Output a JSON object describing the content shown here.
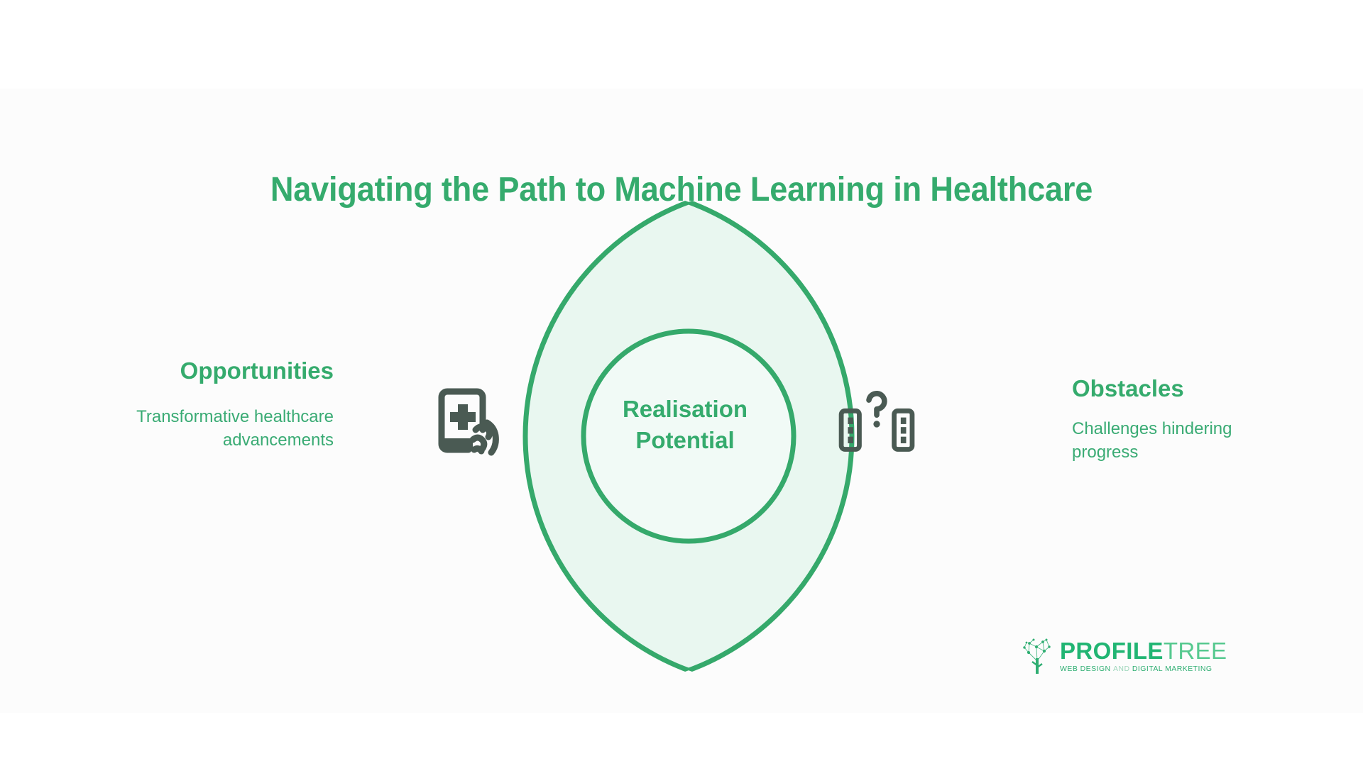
{
  "theme": {
    "page_background": "#ffffff",
    "panel_background": "#fcfcfc",
    "brand_green": "#35ab6d",
    "stroke_green": "#35a96b",
    "lobe_fill": "#e9f7f0",
    "center_fill": "#f1faf6",
    "icon_gray": "#4a5a53",
    "logo_green_dark": "#21b573",
    "logo_green_light": "#56c98f"
  },
  "title": "Navigating the Path to Machine Learning in Healthcare",
  "diagram": {
    "type": "venn-lens",
    "center": {
      "label_line_1": "Realisation",
      "label_line_2": "Potential"
    },
    "left_lobe": {
      "icon": "medical-tablet-hand-icon"
    },
    "right_lobe": {
      "icon": "question-barrier-icon"
    }
  },
  "left_side": {
    "heading": "Opportunities",
    "description": "Transformative healthcare advancements"
  },
  "right_side": {
    "heading": "Obstacles",
    "description": "Challenges hindering progress"
  },
  "logo": {
    "word_primary": "PROFILE",
    "word_secondary": "TREE",
    "tagline_part_1": "WEB DESIGN",
    "tagline_part_2": "AND",
    "tagline_part_3": "DIGITAL MARKETING",
    "mark": "profiletree-network-tree-icon"
  }
}
